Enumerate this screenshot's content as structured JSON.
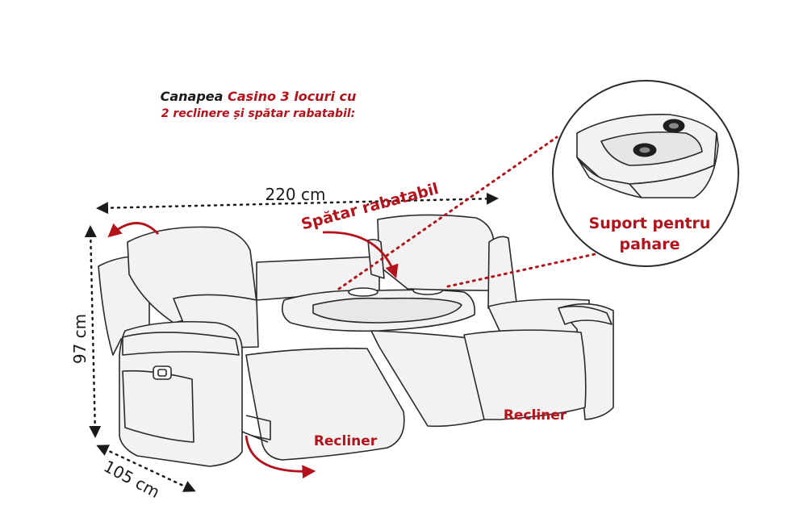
{
  "title": {
    "line1_dark": "Canapea ",
    "line1_red": "Casino 3 locuri cu",
    "line2": "2 reclinere și spătar rabatabil:"
  },
  "dimensions": {
    "width": "220 cm",
    "height": "97 cm",
    "depth": "105 cm"
  },
  "labels": {
    "backrest": "Spătar rabatabil",
    "recliner_left": "Recliner",
    "recliner_right": "Recliner",
    "cupholder_line1": "Suport pentru",
    "cupholder_line2": "pahare"
  },
  "colors": {
    "accent": "#b5121b",
    "outline": "#2a2a2a",
    "sofa_fill": "#f2f2f2"
  }
}
